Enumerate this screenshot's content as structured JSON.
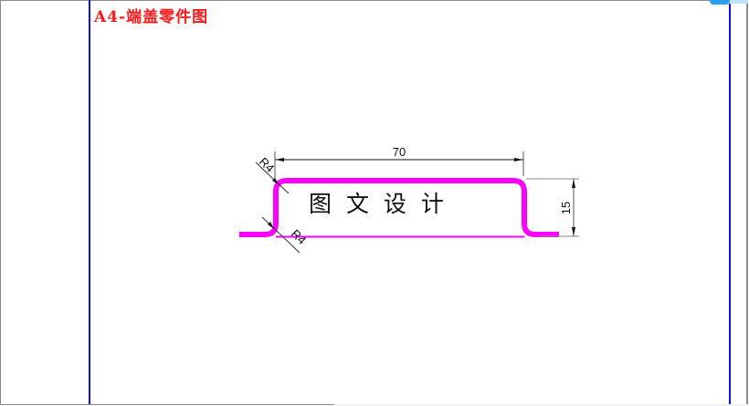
{
  "sheet": {
    "title": "A4-端盖零件图",
    "border_color": "#1010ee",
    "title_color": "#ff1a1a"
  },
  "part": {
    "outline_color": "#ff00ff",
    "label": "图 文 设 计"
  },
  "dimensions": {
    "width": "70",
    "height": "15",
    "radius_top": "R4",
    "radius_bottom": "R4"
  },
  "ui": {
    "scrollbar_handle_color": "#2a9df4"
  }
}
